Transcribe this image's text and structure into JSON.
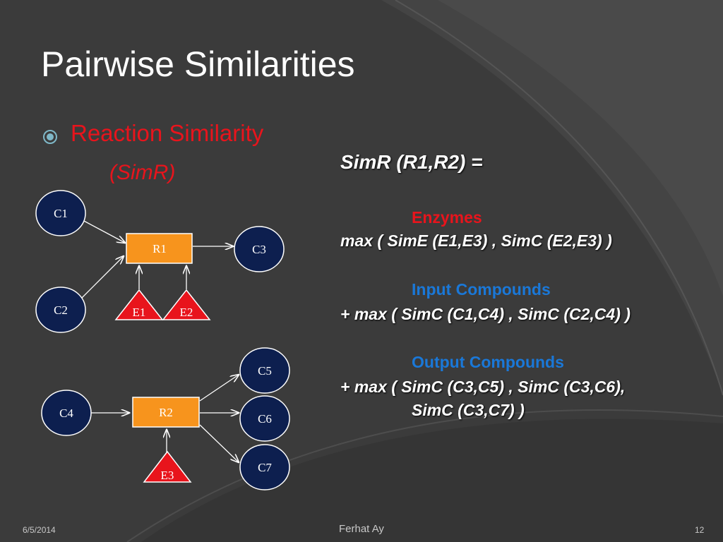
{
  "slide": {
    "title": "Pairwise Similarities",
    "bullet": "Reaction Similarity",
    "bullet_sub": "(SimR)"
  },
  "formula": {
    "title": "SimR (R1,R2) =",
    "enzymes_label": "Enzymes",
    "enzymes_expr": "max ( SimE (E1,E3) , SimC (E2,E3) )",
    "input_label": "Input Compounds",
    "input_expr": "+ max ( SimC (C1,C4) , SimC (C2,C4) )",
    "output_label": "Output Compounds",
    "output_expr_1": "+  max ( SimC (C3,C5) , SimC (C3,C6),",
    "output_expr_2": "SimC (C3,C7) )"
  },
  "diagram": {
    "reaction1": {
      "compounds": [
        "C1",
        "C2",
        "C3"
      ],
      "reaction": "R1",
      "enzymes": [
        "E1",
        "E2"
      ]
    },
    "reaction2": {
      "compounds": [
        "C4",
        "C5",
        "C6",
        "C7"
      ],
      "reaction": "R2",
      "enzymes": [
        "E3"
      ]
    }
  },
  "footer": {
    "date": "6/5/2014",
    "author": "Ferhat Ay",
    "page": "12"
  },
  "colors": {
    "background": "#3b3b3b",
    "title": "#ffffff",
    "bullet": "#e8141c",
    "compound_node": "#0d1f4f",
    "reaction_box": "#f7941d",
    "enzyme": "#e8141c",
    "output_label": "#1a78d8"
  }
}
